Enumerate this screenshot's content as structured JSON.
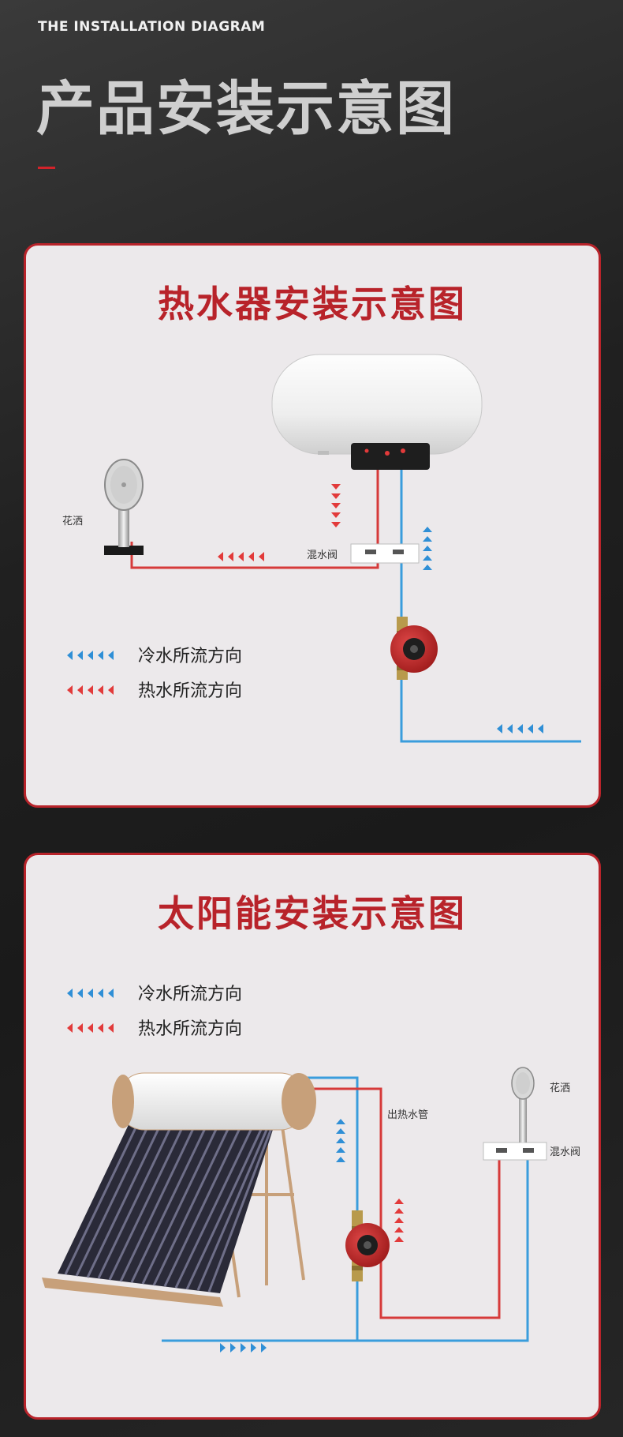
{
  "header": {
    "en_title": "THE INSTALLATION DIAGRAM",
    "cn_title": "产品安装示意图"
  },
  "panels": [
    {
      "title": "热水器安装示意图",
      "labels": {
        "shower": "花洒",
        "mixing_valve": "混水阀"
      },
      "legend": {
        "cold": "冷水所流方向",
        "hot": "热水所流方向"
      }
    },
    {
      "title": "太阳能安装示意图",
      "labels": {
        "shower": "花洒",
        "mixing_valve": "混水阀",
        "hot_outlet_pipe": "出热水管"
      },
      "legend": {
        "cold": "冷水所流方向",
        "hot": "热水所流方向"
      }
    }
  ],
  "colors": {
    "hot": "#e23a3a",
    "cold": "#2f8fd6",
    "accent": "#b8232a",
    "pipe_hot": "#d63a3a",
    "pipe_cold": "#3a9ddc"
  }
}
